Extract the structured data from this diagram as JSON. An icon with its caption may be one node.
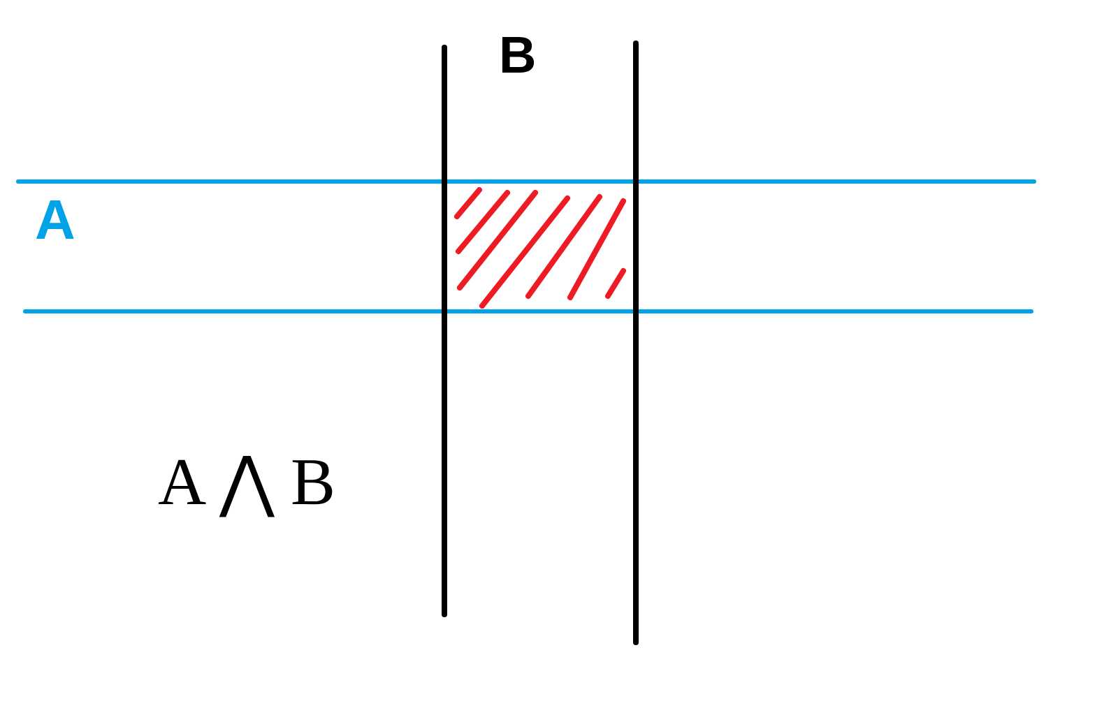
{
  "diagram": {
    "nodes": [
      {
        "text": [
          "A"
        ]
      },
      {
        "text": [
          "B"
        ]
      }
    ],
    "edges": [],
    "labels": [
      "A ⋀ B"
    ]
  }
}
